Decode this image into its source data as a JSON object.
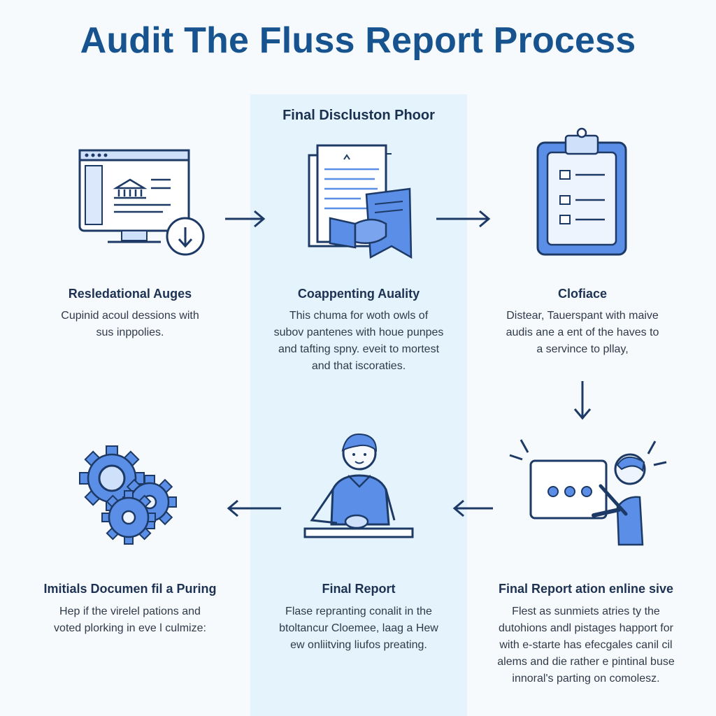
{
  "title": "Audit The Fluss Report Process",
  "band_title": "Final Discluston Phoor",
  "colors": {
    "title": "#17548f",
    "accent_blue": "#5b8ee6",
    "light_blue": "#cfe0fb",
    "outline": "#1d3a66",
    "band": "#e4f3fc"
  },
  "steps": [
    {
      "icon": "monitor-download-icon",
      "title": "Resledational Auges",
      "desc": [
        "Cupinid acoul dessions with",
        "sus inppolies."
      ]
    },
    {
      "icon": "documents-handshake-icon",
      "title": "Coappenting Auality",
      "desc": [
        "This chuma for woth owls of",
        "subov pantenes with houe punpes",
        "and tafting spny. eveit to mortest",
        "and that iscoraties."
      ]
    },
    {
      "icon": "clipboard-checklist-icon",
      "title": "Clofiace",
      "desc": [
        "Distear, Tauerspant with maive",
        "audis ane a ent of the haves to",
        "a servince to pllay,"
      ]
    },
    {
      "icon": "person-presenting-screen-icon",
      "title": "Final Report ation enline sive",
      "desc": [
        "Flest as sunmiets atries ty the",
        "dutohions andl pistages happort for",
        "with e-starte has efecgales canil cil",
        "alems and die rather e pintinal buse",
        "innoral's parting on comolesz."
      ]
    },
    {
      "icon": "person-at-desk-icon",
      "title": "Final Report",
      "desc": [
        "Flase repranting conalit in the",
        "btoltancur Cloemee, laag a Hew",
        "ew onliitving liufos preating."
      ]
    },
    {
      "icon": "gears-icon",
      "title": "Imitials Documen fil a Puring",
      "desc": [
        "Hep if the virelel pations and",
        "voted plorking in eve l culmize:"
      ]
    }
  ]
}
